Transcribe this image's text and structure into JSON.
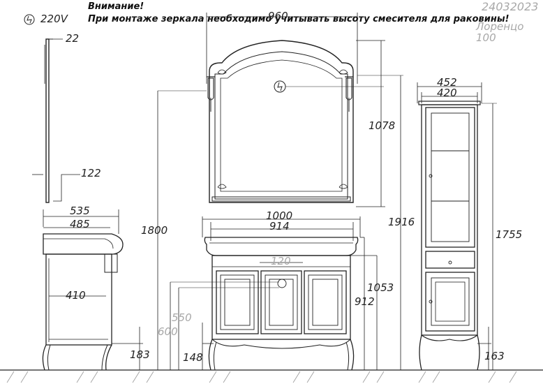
{
  "header": {
    "warning_title": "Внимание!",
    "warning_text": "При монтаже зеркала необходимо учитывать высоту смесителя для раковины!",
    "article_code": "24032023",
    "product_name": "Лоренцо",
    "product_size": "100",
    "voltage": "220V"
  },
  "dimensions": {
    "mirror_depth_top": "22",
    "mirror_depth_bottom": "122",
    "mirror_width": "960",
    "mirror_height": "1078",
    "column_outer_width": "452",
    "column_body_width": "420",
    "column_height": "1755",
    "column_leg": "163",
    "vanity_depth_outer": "535",
    "vanity_depth_inner": "485",
    "vanity_inner_depth": "410",
    "vanity_width_outer": "1000",
    "vanity_width_inner": "914",
    "vanity_center": "120",
    "vanity_height_top": "1053",
    "vanity_height": "912",
    "outlet_550": "550",
    "outlet_600": "600",
    "outlet_148": "148",
    "side_leg": "183",
    "mount_height": "1800",
    "total_height": "1916"
  },
  "icons": {
    "socket": "electrical-outlet-icon"
  },
  "colors": {
    "line": "#222222",
    "gray_text": "#a8a8a8"
  }
}
